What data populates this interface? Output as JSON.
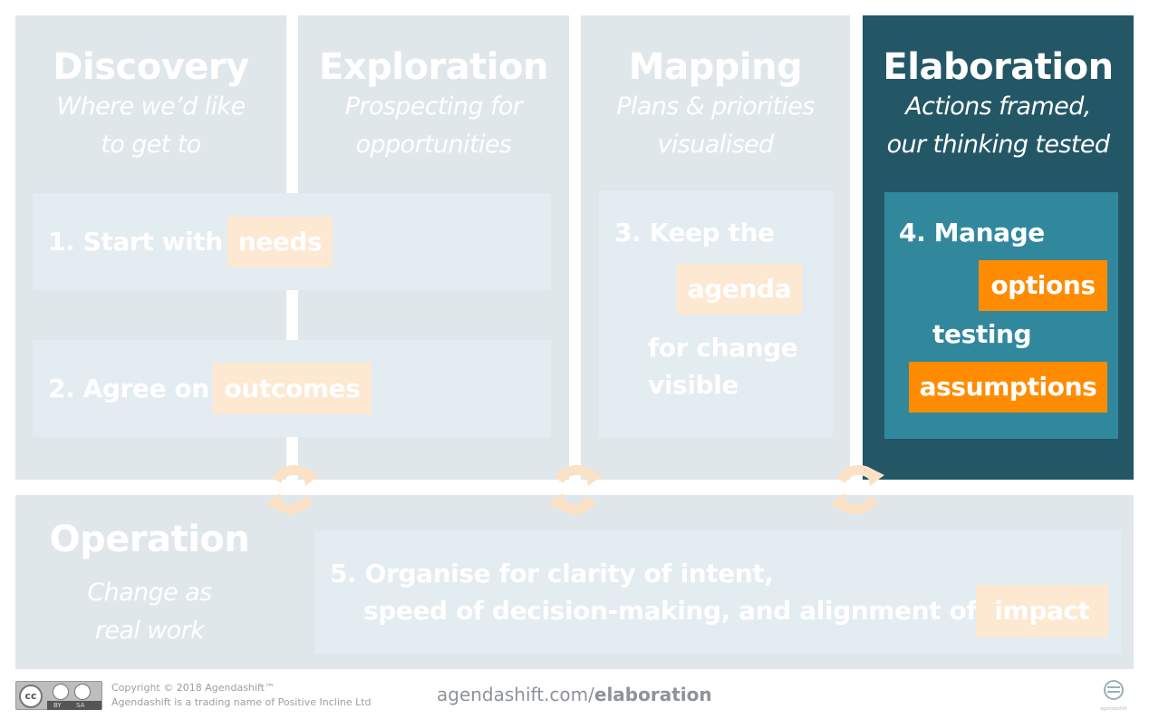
{
  "phases": [
    {
      "title": "Discovery",
      "subtitle": [
        "Where we’d like",
        "to get to"
      ]
    },
    {
      "title": "Exploration",
      "subtitle": [
        "Prospecting for",
        "opportunities"
      ]
    },
    {
      "title": "Mapping",
      "subtitle": [
        "Plans & priorities",
        "visualised"
      ]
    },
    {
      "title": "Elaboration",
      "subtitle": [
        "Actions framed,",
        "our thinking tested"
      ]
    },
    {
      "title": "Operation",
      "subtitle": [
        "Change as",
        "real work"
      ]
    }
  ],
  "steps": {
    "s1": {
      "text": "1. Start with",
      "highlight": "needs"
    },
    "s2": {
      "text": "2. Agree on",
      "highlight": "outcomes"
    },
    "s3": {
      "line1": "3. Keep the",
      "highlight": "agenda",
      "line3": "for  change",
      "line4": "visible"
    },
    "s4": {
      "line1": "4. Manage",
      "highlight1": "options",
      "line3": "testing",
      "highlight2": "assumptions"
    },
    "s5": {
      "line1": "5. Organise for clarity of intent,",
      "line2": "speed of decision-making, and alignment of",
      "highlight": "impact"
    }
  },
  "footer": {
    "license": {
      "cc": "cc",
      "by": "BY",
      "sa": "SA"
    },
    "copyright": "Copyright © 2018 Agendashift™",
    "trading": "Agendashift is a trading name of Positive Incline Ltd",
    "url_base": "agendashift.com/",
    "url_page": "elaboration",
    "logo_caption": "agendashift"
  },
  "colors": {
    "panel_bg": "#dfe7ea",
    "active_panel_bg": "#235766",
    "active_box_bg": "#31889d",
    "highlight_faded": "#fde8d2",
    "highlight_active": "#ff8c00"
  },
  "icons": [
    "cycle-arrows-icon",
    "creative-commons-icon",
    "agendashift-logo-icon"
  ]
}
